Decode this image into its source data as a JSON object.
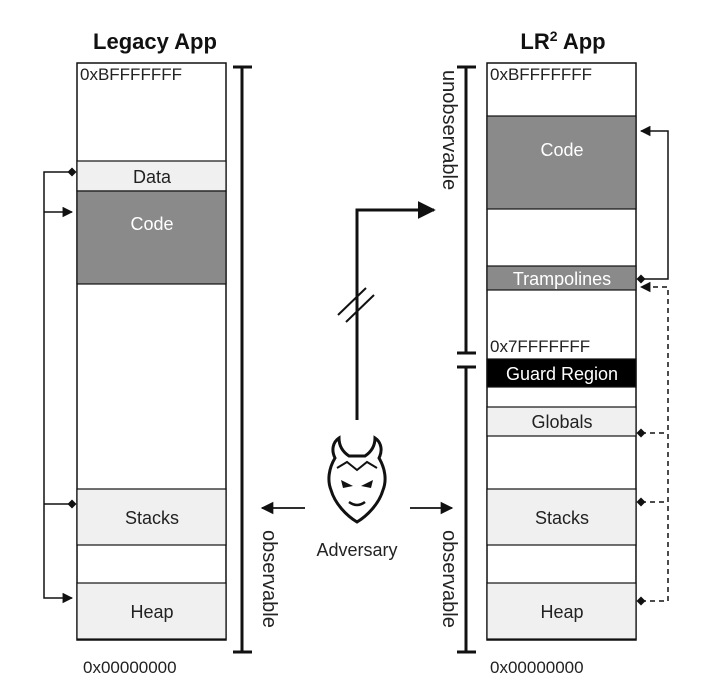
{
  "legacy": {
    "title": "Legacy App",
    "addr_top": "0xBFFFFFFF",
    "addr_bottom": "0x00000000",
    "segments": {
      "data": "Data",
      "code": "Code",
      "stacks": "Stacks",
      "heap": "Heap"
    },
    "side_label": "observable"
  },
  "lr2": {
    "title_prefix": "LR",
    "title_sup": "2",
    "title_suffix": " App",
    "addr_top": "0xBFFFFFFF",
    "addr_mid": "0x7FFFFFFF",
    "addr_bottom": "0x00000000",
    "segments": {
      "code": "Code",
      "trampolines": "Trampolines",
      "guard": "Guard Region",
      "globals": "Globals",
      "stacks": "Stacks",
      "heap": "Heap"
    },
    "upper_label": "unobservable",
    "lower_label": "observable"
  },
  "adversary": {
    "label": "Adversary",
    "icon": "devil-face-icon"
  },
  "colors": {
    "code_fill": "#8a8a8a",
    "segment_fill": "#f0f0f0",
    "guard_fill": "#000000",
    "line": "#111111"
  }
}
